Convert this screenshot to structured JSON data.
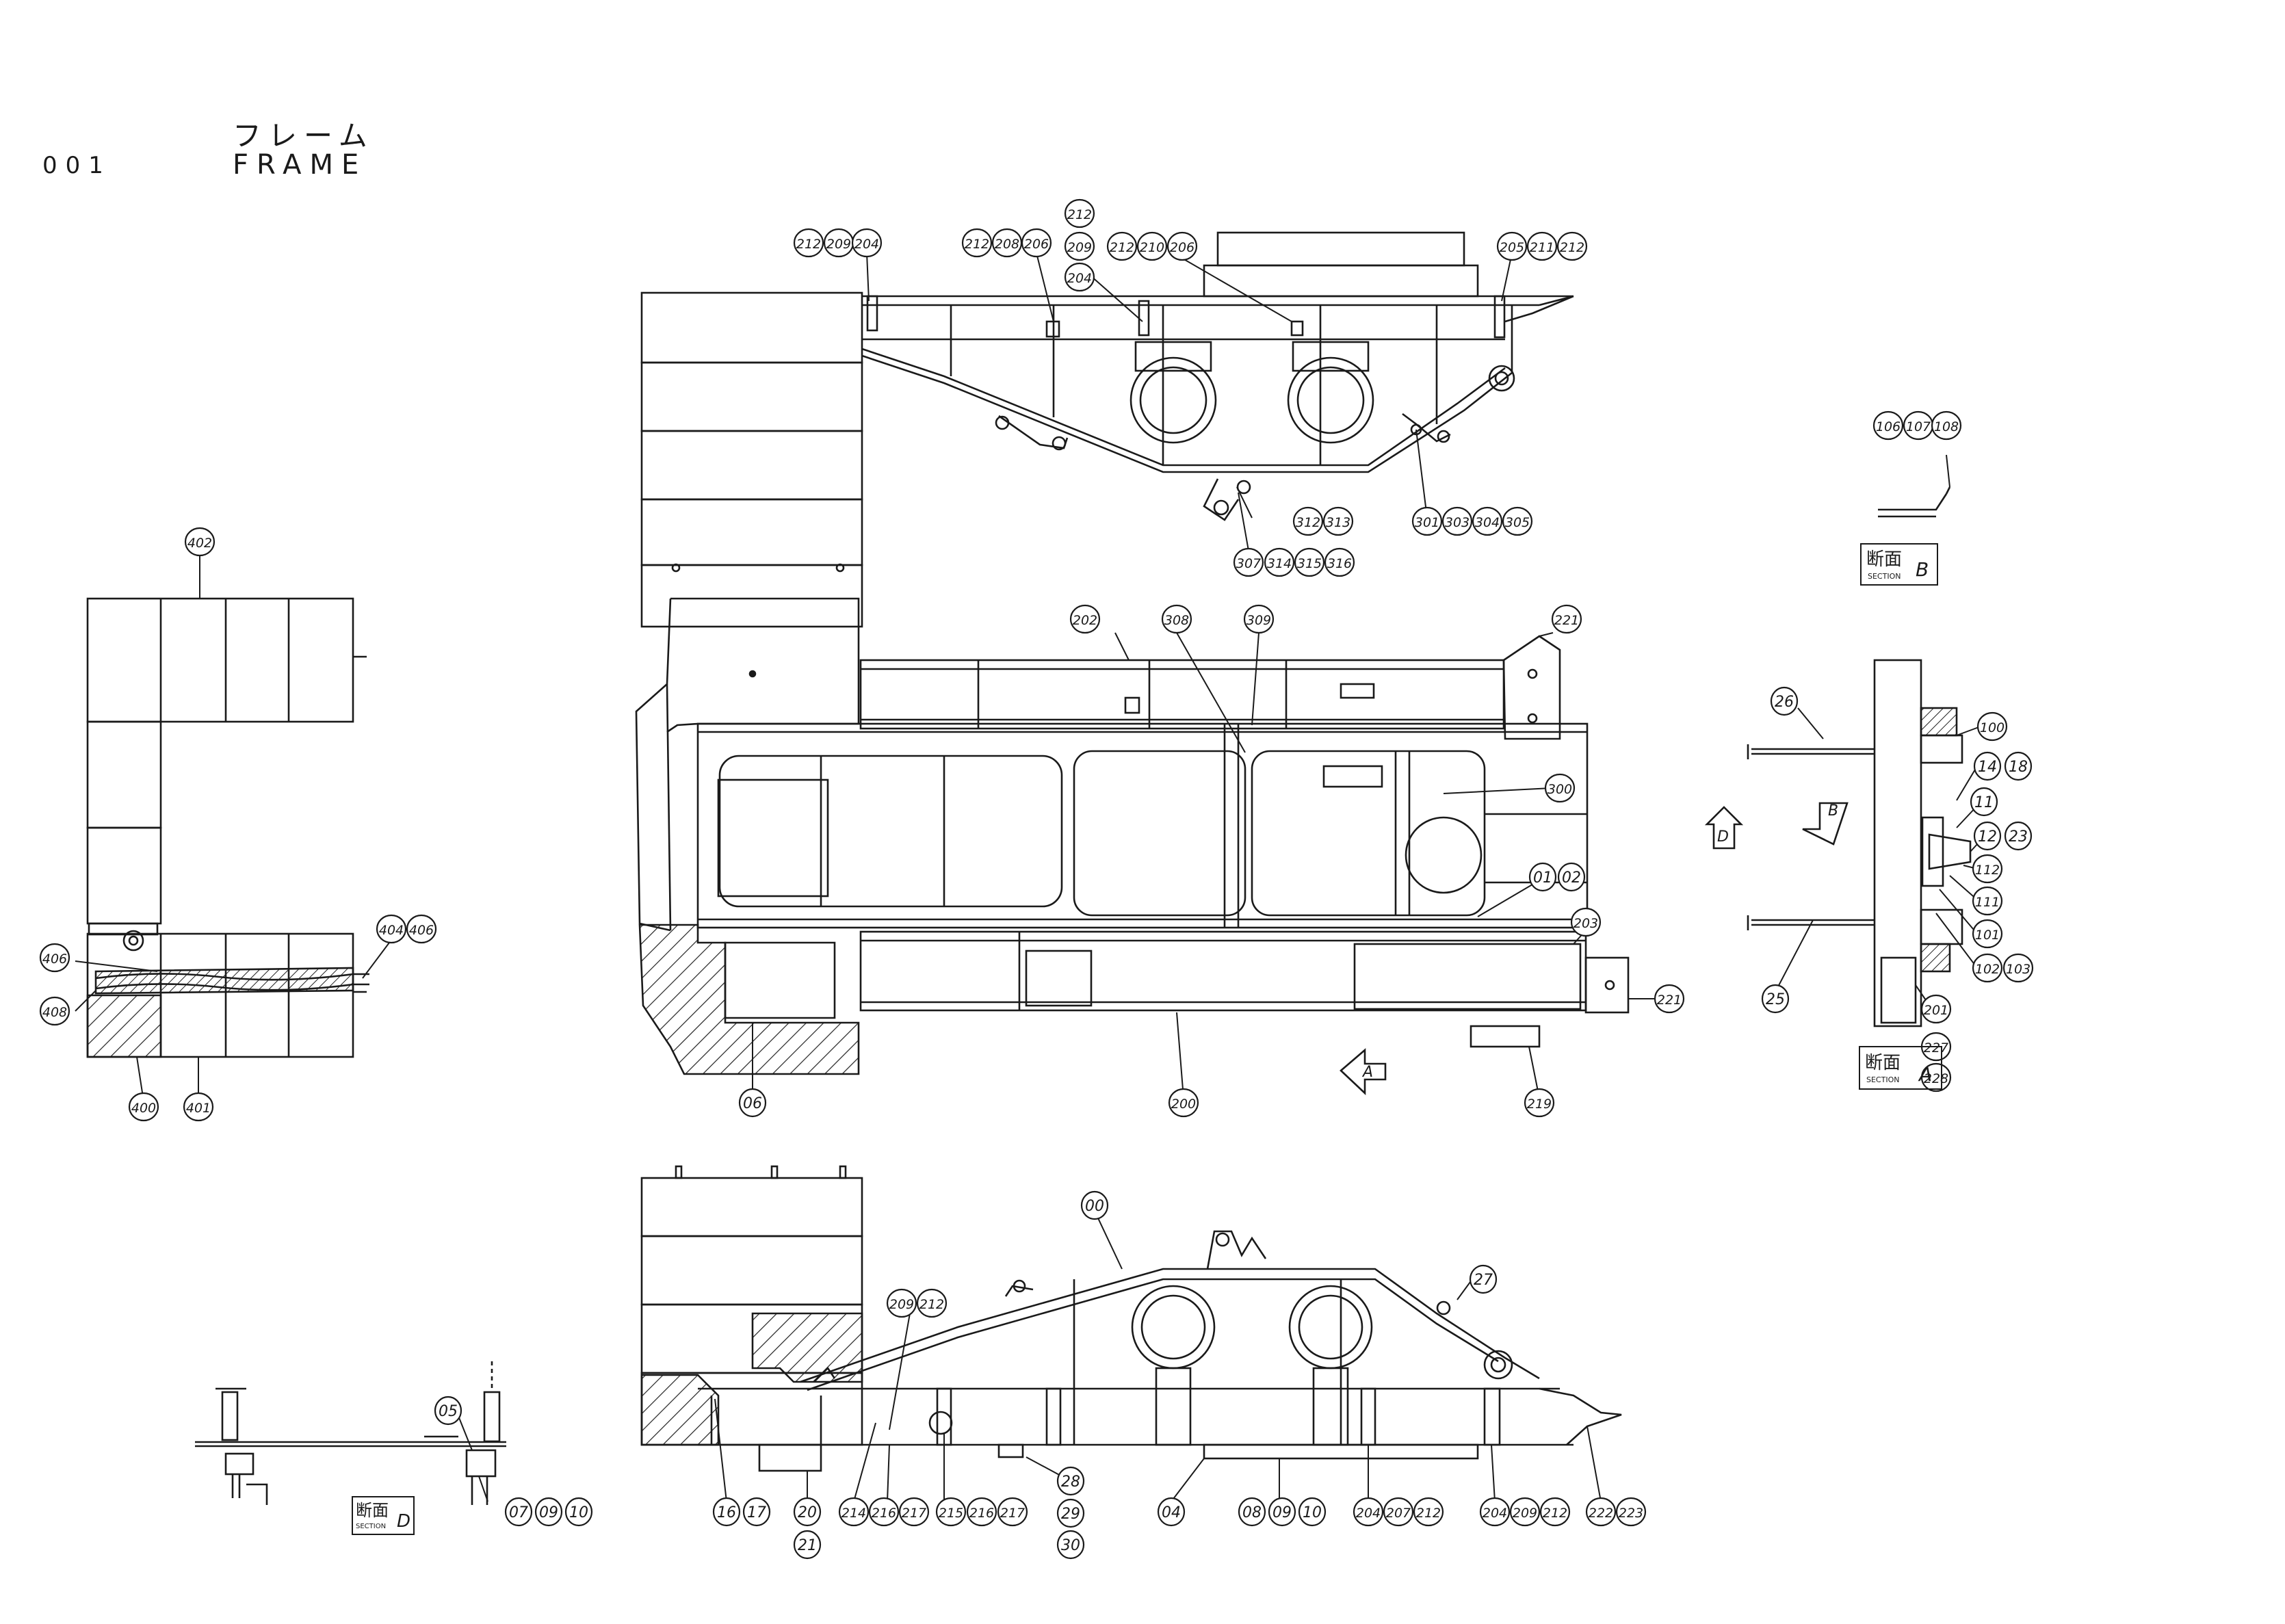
{
  "header": {
    "page_number": "001",
    "title_ja": "フレーム",
    "title_en": "FRAME"
  },
  "section_labels": {
    "section_a_kanji": "断面",
    "section_a_word": "SECTION",
    "section_a_letter": "A",
    "section_b_kanji": "断面",
    "section_b_word": "SECTION",
    "section_b_letter": "B",
    "section_d_kanji": "断面",
    "section_d_word": "SECTION",
    "section_d_letter": "D"
  },
  "view_arrows": {
    "a": "A",
    "b": "B",
    "d": "D"
  },
  "callouts": {
    "c1": "212",
    "c2": "209",
    "c3": "204",
    "c4": "212",
    "c5": "208",
    "c6": "206",
    "c7": "212",
    "c8": "209",
    "c9": "204",
    "c10": "212",
    "c11": "210",
    "c12": "206",
    "c13": "205",
    "c14": "211",
    "c15": "212",
    "c16": "312",
    "c17": "313",
    "c18": "307",
    "c19": "314",
    "c20": "315",
    "c21": "316",
    "c22": "301",
    "c23": "303",
    "c24": "304",
    "c25": "305",
    "c26": "106",
    "c27": "107",
    "c28": "108",
    "c29": "402",
    "c30": "404",
    "c31": "406",
    "c32": "406",
    "c33": "408",
    "c34": "400",
    "c35": "401",
    "c36": "202",
    "c37": "308",
    "c38": "309",
    "c39": "221",
    "c40": "300",
    "c41": "01",
    "c42": "02",
    "c43": "203",
    "c44": "221",
    "c45": "06",
    "c46": "200",
    "c47": "219",
    "c48": "26",
    "c49": "100",
    "c50": "14",
    "c51": "18",
    "c52": "11",
    "c53": "12",
    "c54": "23",
    "c55": "112",
    "c56": "111",
    "c57": "101",
    "c58": "102",
    "c59": "103",
    "c60": "25",
    "c61": "201",
    "c62": "227",
    "c63": "228",
    "c64": "00",
    "c65": "27",
    "c66": "209",
    "c67": "212",
    "c68": "05",
    "c69": "07",
    "c70": "09",
    "c71": "10",
    "c72": "16",
    "c73": "17",
    "c74": "20",
    "c75": "21",
    "c76": "214",
    "c77": "216",
    "c78": "217",
    "c79": "215",
    "c80": "216",
    "c81": "217",
    "c82": "28",
    "c83": "29",
    "c84": "30",
    "c85": "04",
    "c86": "08",
    "c87": "09",
    "c88": "10",
    "c89": "204",
    "c90": "207",
    "c91": "212",
    "c92": "204",
    "c93": "209",
    "c94": "212",
    "c95": "222",
    "c96": "223"
  }
}
